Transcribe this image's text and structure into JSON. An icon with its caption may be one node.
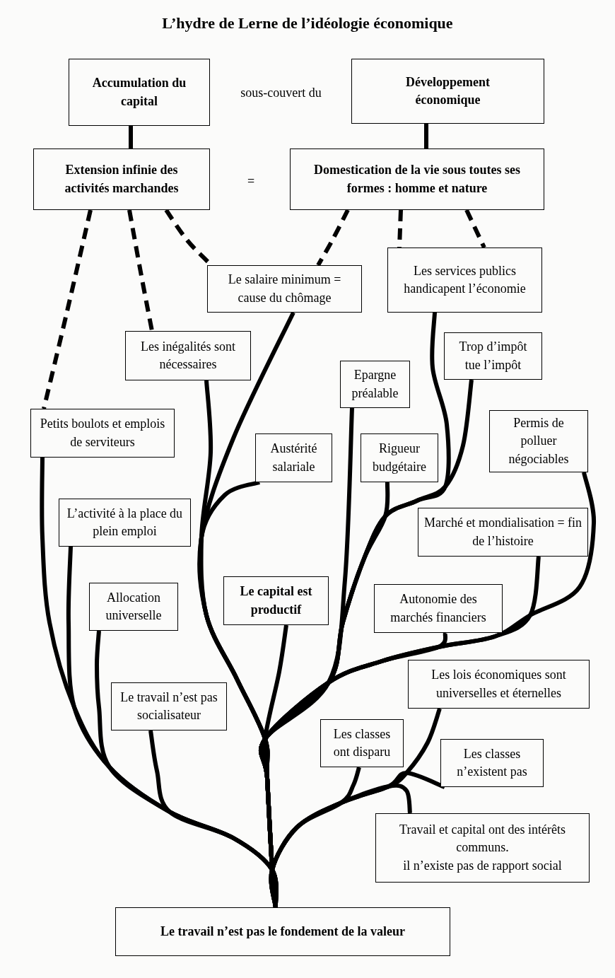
{
  "diagram": {
    "title": "L’hydre de Lerne de l’idéologie économique",
    "nodes": [
      {
        "text": [
          "Accumulation du capital"
        ]
      },
      {
        "text": [
          "Développement économique"
        ]
      },
      {
        "text": [
          "Extension infinie des activités marchandes"
        ]
      },
      {
        "text": [
          "Domestication de la vie sous toutes ses formes : homme et nature"
        ]
      },
      {
        "text": [
          "Le salaire minimum = cause du chômage"
        ]
      },
      {
        "text": [
          "Les services publics handicapent l’économie"
        ]
      },
      {
        "text": [
          "Les inégalités sont nécessaires"
        ]
      },
      {
        "text": [
          "Trop d’impôt tue l’impôt"
        ]
      },
      {
        "text": [
          "Epargne préalable"
        ]
      },
      {
        "text": [
          "Petits boulots et emplois de serviteurs"
        ]
      },
      {
        "text": [
          "Permis de polluer négociables"
        ]
      },
      {
        "text": [
          "Austérité salariale"
        ]
      },
      {
        "text": [
          "Rigueur budgétaire"
        ]
      },
      {
        "text": [
          "L’activité à la place du plein emploi"
        ]
      },
      {
        "text": [
          "Marché et mondialisation = fin de l’histoire"
        ]
      },
      {
        "text": [
          "Allocation universelle"
        ]
      },
      {
        "text": [
          "Le capital est productif"
        ]
      },
      {
        "text": [
          "Autonomie des marchés financiers"
        ]
      },
      {
        "text": [
          "Les lois économiques sont universelles et éternelles"
        ]
      },
      {
        "text": [
          "Le travail n’est pas socialisateur"
        ]
      },
      {
        "text": [
          "Les classes ont disparu"
        ]
      },
      {
        "text": [
          "Les classes n’existent pas"
        ]
      },
      {
        "text": [
          "Travail et capital ont des intérêts communs.",
          "il n’existe pas de rapport social"
        ]
      },
      {
        "text": [
          "Le travail n’est pas le fondement de la valeur"
        ]
      }
    ],
    "edges": [
      {
        "from": 0,
        "to": 2,
        "arrow": "none"
      },
      {
        "from": 1,
        "to": 3,
        "arrow": "none"
      },
      {
        "from": 2,
        "to": 9,
        "arrow": "none",
        "style": "dashed"
      },
      {
        "from": 2,
        "to": 6,
        "arrow": "none",
        "style": "dashed"
      },
      {
        "from": 2,
        "to": 4,
        "arrow": "none",
        "style": "dashed"
      },
      {
        "from": 3,
        "to": 4,
        "arrow": "none",
        "style": "dashed"
      },
      {
        "from": 3,
        "to": 5,
        "arrow": "none",
        "style": "dashed"
      },
      {
        "from": 3,
        "to": 5,
        "arrow": "none",
        "style": "dashed"
      },
      {
        "from": 23,
        "to": 9,
        "arrow": "none"
      },
      {
        "from": 23,
        "to": 13,
        "arrow": "none"
      },
      {
        "from": 23,
        "to": 15,
        "arrow": "none"
      },
      {
        "from": 23,
        "to": 19,
        "arrow": "none"
      },
      {
        "from": 23,
        "to": 6,
        "arrow": "none"
      },
      {
        "from": 23,
        "to": 4,
        "arrow": "none"
      },
      {
        "from": 23,
        "to": 11,
        "arrow": "none"
      },
      {
        "from": 23,
        "to": 16,
        "arrow": "none"
      },
      {
        "from": 23,
        "to": 8,
        "arrow": "none"
      },
      {
        "from": 23,
        "to": 12,
        "arrow": "none"
      },
      {
        "from": 23,
        "to": 5,
        "arrow": "none"
      },
      {
        "from": 23,
        "to": 7,
        "arrow": "none"
      },
      {
        "from": 23,
        "to": 17,
        "arrow": "none"
      },
      {
        "from": 23,
        "to": 14,
        "arrow": "none"
      },
      {
        "from": 23,
        "to": 10,
        "arrow": "none"
      },
      {
        "from": 23,
        "to": 20,
        "arrow": "none"
      },
      {
        "from": 23,
        "to": 22,
        "arrow": "none"
      },
      {
        "from": 23,
        "to": 21,
        "arrow": "none"
      },
      {
        "from": 23,
        "to": 18,
        "arrow": "none"
      }
    ],
    "labels": [
      "sous-couvert du",
      "="
    ]
  }
}
